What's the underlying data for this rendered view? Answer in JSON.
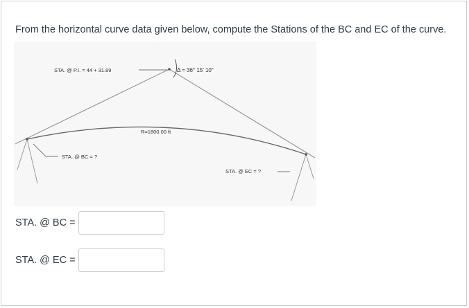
{
  "question": {
    "text": "From the horizontal curve data given below, compute the Stations of the BC and EC of the curve."
  },
  "figure": {
    "pi_label": "STA. @ P.I. = 44 + 31.89",
    "delta_label": "Δ = 36° 15′ 10″",
    "radius_label": "R=1800.00 ft",
    "bc_label": "STA. @ BC = ?",
    "ec_label": "STA. @ EC = ?"
  },
  "answers": {
    "bc": {
      "label": "STA. @ BC =",
      "value": "",
      "placeholder": ""
    },
    "ec": {
      "label": "STA. @ EC =",
      "value": "",
      "placeholder": ""
    }
  }
}
